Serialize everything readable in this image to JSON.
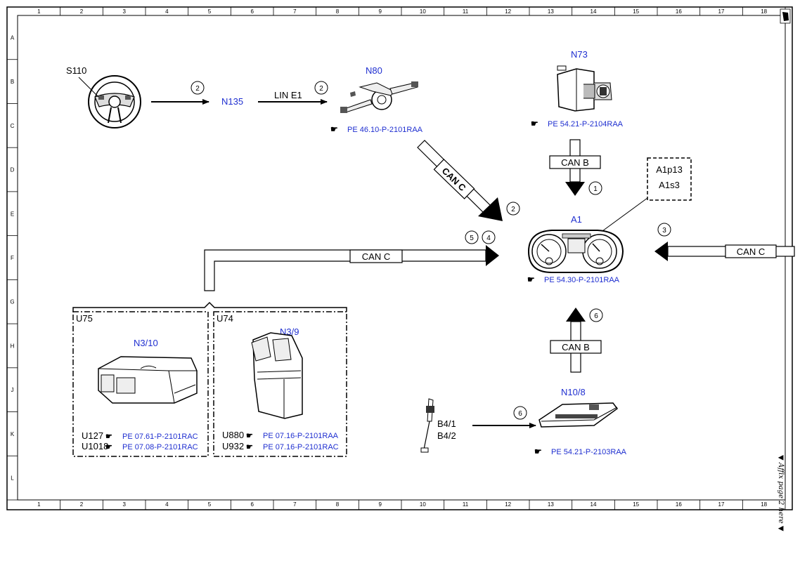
{
  "grid": {
    "columns": [
      "1",
      "2",
      "3",
      "4",
      "5",
      "6",
      "7",
      "8",
      "9",
      "10",
      "11",
      "12",
      "13",
      "14",
      "15",
      "16",
      "17",
      "18"
    ],
    "rows": [
      "A",
      "B",
      "C",
      "D",
      "E",
      "F",
      "G",
      "H",
      "J",
      "K",
      "L"
    ]
  },
  "components": {
    "s110": "S110",
    "n135": "N135",
    "n80": "N80",
    "n73": "N73",
    "a1": "A1",
    "a1p13": "A1p13",
    "a1s3": "A1s3",
    "u75": "U75",
    "u74": "U74",
    "n3_10": "N3/10",
    "n3_9": "N3/9",
    "n10_8": "N10/8",
    "b4_1": "B4/1",
    "b4_2": "B4/2"
  },
  "buses": {
    "lin_e1": "LIN E1",
    "can_c_diag": "CAN C",
    "can_b_top": "CAN B",
    "can_c_left": "CAN C",
    "can_c_right": "CAN C",
    "can_b_bottom": "CAN B"
  },
  "references": {
    "n80": "PE 46.10-P-2101RAA",
    "n73": "PE 54.21-P-2104RAA",
    "a1": "PE 54.30-P-2101RAA",
    "n10_8": "PE 54.21-P-2103RAA",
    "u127_code": "U127",
    "u127": "PE 07.61-P-2101RAC",
    "u1018_code": "U1018",
    "u1018": "PE 07.08-P-2101RAC",
    "u880_code": "U880",
    "u880": "PE 07.16-P-2101RAA",
    "u932_code": "U932",
    "u932": "PE 07.16-P-2101RAC"
  },
  "circles": {
    "c1": "2",
    "c2": "2",
    "c3": "2",
    "c4": "1",
    "c5": "3",
    "c6": "5",
    "c7": "4",
    "c8": "6",
    "c9": "6"
  },
  "side_note": "▼ Affix page 2 here ▼"
}
